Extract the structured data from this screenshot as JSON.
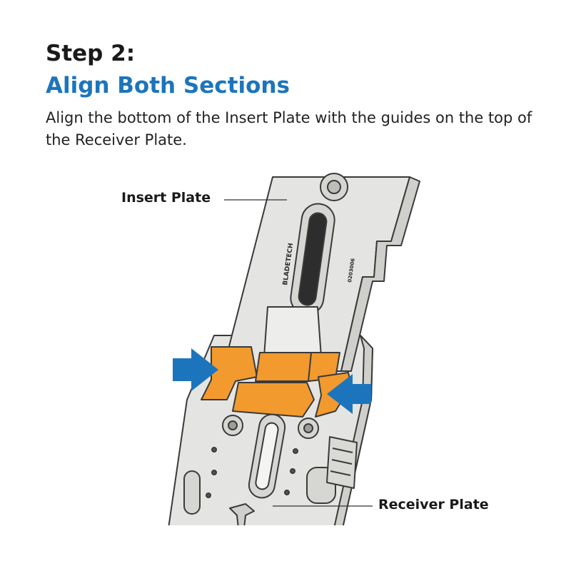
{
  "header": {
    "step_title": "Step 2:",
    "step_subtitle": "Align Both Sections",
    "description": "Align the bottom of the Insert Plate with the guides on the top of the Receiver Plate."
  },
  "figure": {
    "callouts": {
      "insert_plate": "Insert Plate",
      "receiver_plate": "Receiver Plate"
    },
    "engraving": {
      "brand": "BLADETECH",
      "part_number": "0203006"
    }
  },
  "colors": {
    "accent_blue": "#1c75bc",
    "highlight_orange": "#f29a2e",
    "plate_gray": "#e4e4e2"
  }
}
